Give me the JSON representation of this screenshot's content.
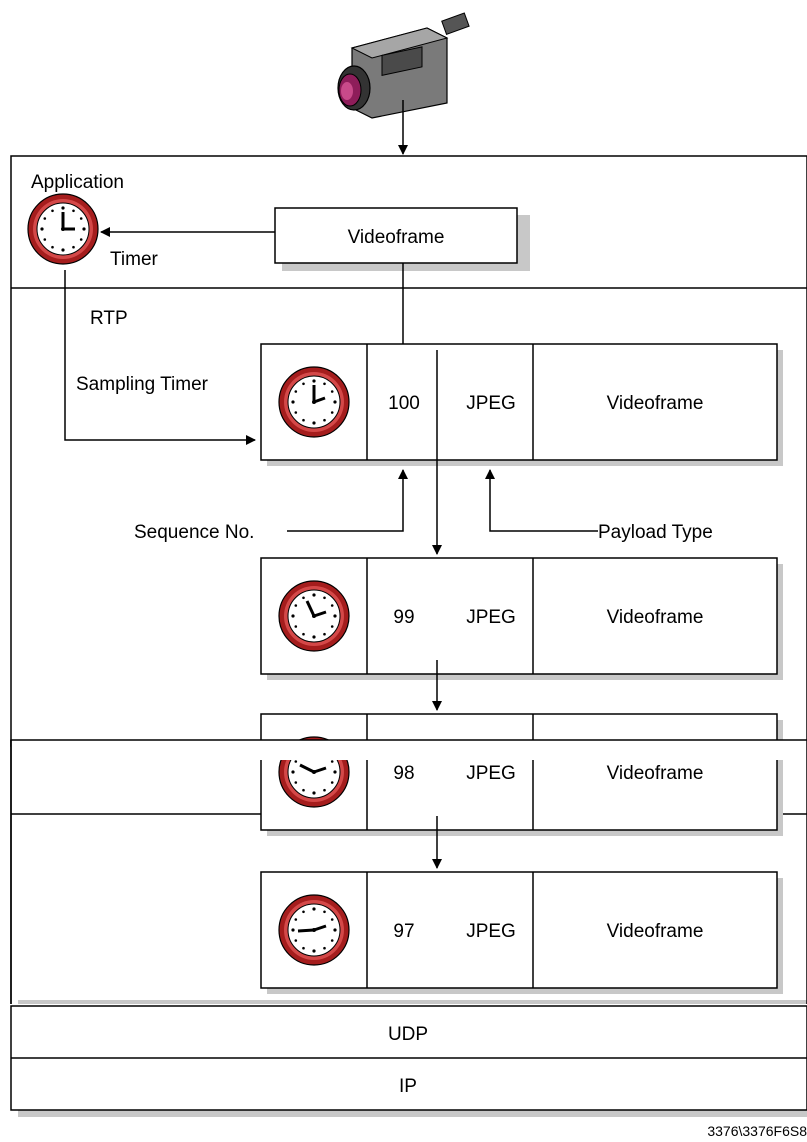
{
  "application": {
    "label": "Application",
    "timer_label": "Timer",
    "frame_label": "Videoframe"
  },
  "rtp": {
    "label": "RTP",
    "sampling_timer_label": "Sampling Timer",
    "sequence_label": "Sequence No.",
    "payload_label": "Payload Type",
    "packets": [
      {
        "seq": "100",
        "payload": "JPEG",
        "data": "Videoframe"
      },
      {
        "seq": "99",
        "payload": "JPEG",
        "data": "Videoframe"
      },
      {
        "seq": "98",
        "payload": "JPEG",
        "data": "Videoframe"
      },
      {
        "seq": "97",
        "payload": "JPEG",
        "data": "Videoframe"
      }
    ]
  },
  "udp": {
    "label": "UDP"
  },
  "ip": {
    "label": "IP"
  },
  "reference": "3376\\3376F6S8",
  "icons": {
    "camera": "video-camera-icon",
    "clock": "clock-icon"
  },
  "colors": {
    "shadow": "#c8c8c8",
    "clock_rim": "#b22222",
    "line": "#000000"
  }
}
